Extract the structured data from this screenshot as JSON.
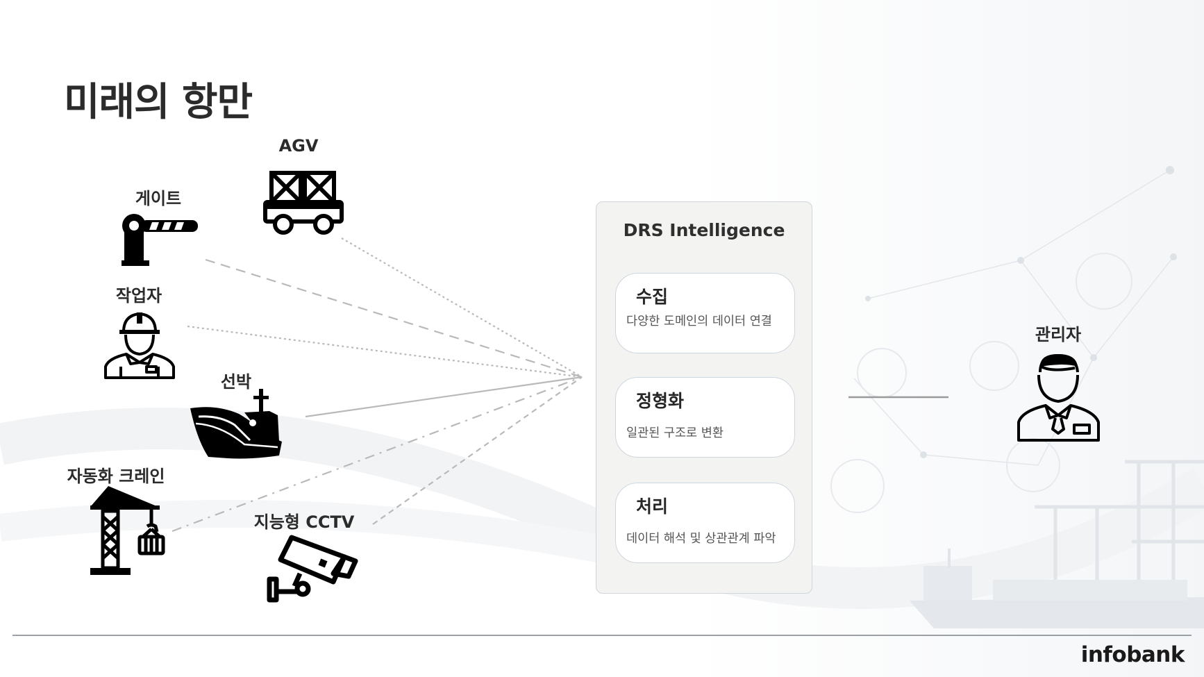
{
  "title": "미래의 항만",
  "sources": {
    "gate": "게이트",
    "agv": "AGV",
    "worker": "작업자",
    "ship": "선박",
    "crane": "자동화 크레인",
    "cctv": "지능형 CCTV"
  },
  "drs": {
    "title": "DRS Intelligence",
    "steps": [
      {
        "title": "수집",
        "desc": "다양한 도메인의 데이터 연결"
      },
      {
        "title": "정형화",
        "desc": "일관된 구조로 변환"
      },
      {
        "title": "처리",
        "desc": "데이터 해석 및 상관관계 파악"
      }
    ]
  },
  "manager": "관리자",
  "logo": "infobank",
  "colors": {
    "connector": "#b8b8b8",
    "panel_bg": "#f3f3f1",
    "icon": "#000000",
    "text": "#2b2b2b"
  },
  "icons": {
    "gate": "barrier-gate-icon",
    "agv": "agv-cart-icon",
    "worker": "worker-hardhat-icon",
    "ship": "cargo-ship-icon",
    "crane": "crane-icon",
    "cctv": "cctv-camera-icon",
    "manager": "manager-person-icon"
  }
}
